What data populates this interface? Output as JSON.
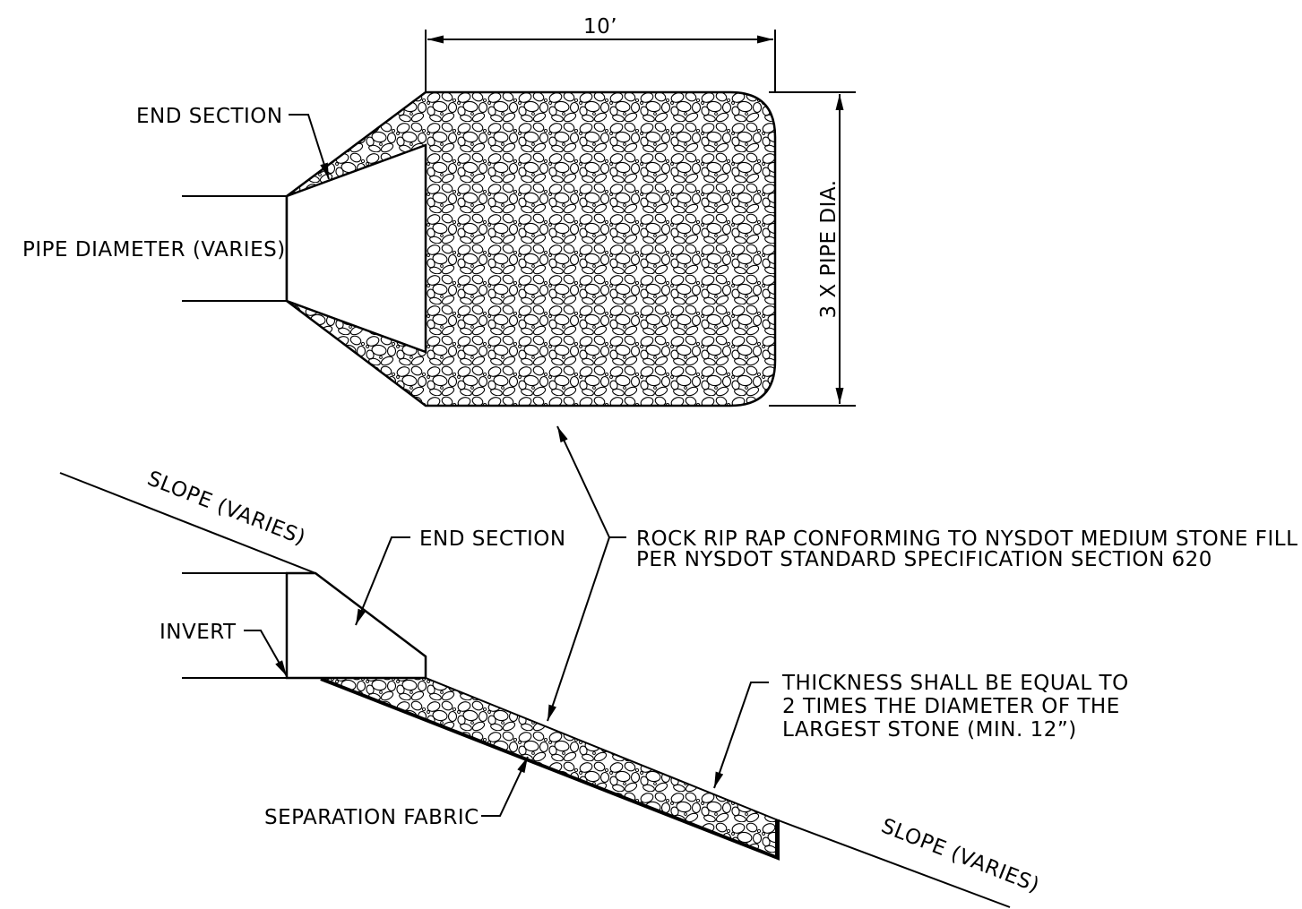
{
  "colors": {
    "line": "#000000",
    "background": "#ffffff"
  },
  "plan_view": {
    "dimension_width": "10’",
    "dimension_height": "3 X PIPE DIA.",
    "end_section_label": "END SECTION",
    "pipe_diameter_label": "PIPE DIAMETER (VARIES)"
  },
  "profile_view": {
    "slope_upper_label": "SLOPE (VARIES)",
    "slope_lower_label": "SLOPE (VARIES)",
    "end_section_label": "END SECTION",
    "invert_label": "INVERT",
    "separation_fabric_label": "SEPARATION FABRIC"
  },
  "notes": {
    "rip_rap_line1": "ROCK RIP RAP CONFORMING TO NYSDOT MEDIUM STONE FILL",
    "rip_rap_line2": "PER NYSDOT STANDARD SPECIFICATION SECTION 620",
    "thickness_line1": "THICKNESS SHALL BE EQUAL TO",
    "thickness_line2": "2 TIMES THE DIAMETER OF THE",
    "thickness_line3": "LARGEST STONE (MIN. 12”)"
  }
}
